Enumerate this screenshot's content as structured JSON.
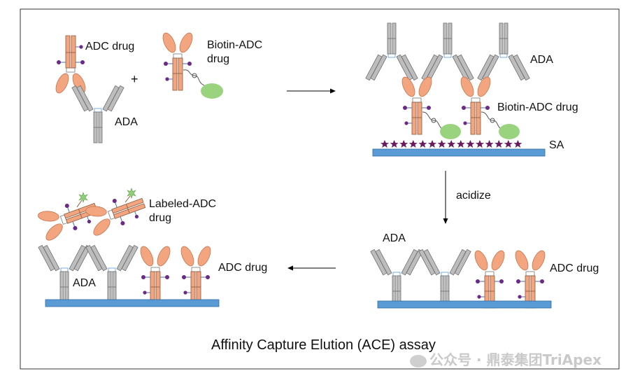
{
  "labels": {
    "adc_drug": "ADC drug",
    "plus": "+",
    "biotin_adc_line1": "Biotin-ADC",
    "biotin_adc_line2": "drug",
    "ada_top_left": "ADA",
    "ada_top_right": "ADA",
    "biotin_adc_drug": "Biotin-ADC drug",
    "sa": "SA",
    "acidize": "acidize",
    "ada_bottom_right": "ADA",
    "adc_drug_bottom_right": "ADC drug",
    "labeled_line1": "Labeled-ADC",
    "labeled_line2": "drug",
    "ada_bottom_left": "ADA",
    "adc_drug_bottom_left": "ADC drug"
  },
  "caption": "Affinity Capture Elution (ACE) assay",
  "watermark": "公众号 · 鼎泰集团TriApex",
  "colors": {
    "adc_body": "#f2a57e",
    "ada_body": "#bdbdbd",
    "drug_dot": "#6b2a86",
    "biotin_blob": "#9ad37e",
    "plate": "#5b9bd5",
    "star": "#6b1a5e",
    "label_burst": "#8fcf7a"
  }
}
